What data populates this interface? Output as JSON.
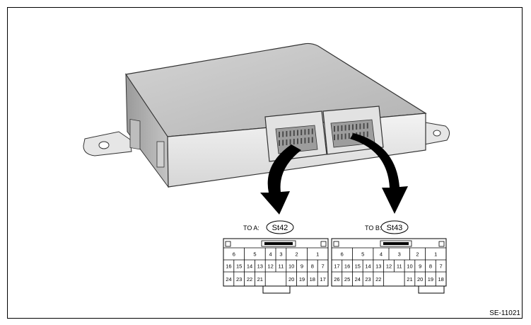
{
  "figure_id": "SE-11021",
  "connector_a": {
    "prefix": "TO A:",
    "code": "St42",
    "top_groups": [
      "6",
      "5",
      "4",
      "3",
      "2",
      "1"
    ],
    "row1": [
      "16",
      "15",
      "14",
      "13",
      "12",
      "11",
      "10",
      "9",
      "8",
      "7"
    ],
    "row2_left": [
      "24",
      "23",
      "22",
      "21"
    ],
    "row2_right": [
      "20",
      "19",
      "18",
      "17"
    ]
  },
  "connector_b": {
    "prefix": "TO B:",
    "code": "St43",
    "top_groups": [
      "6",
      "5",
      "4",
      "3",
      "2",
      "1"
    ],
    "row1": [
      "17",
      "16",
      "15",
      "14",
      "13",
      "12",
      "11",
      "10",
      "9",
      "8",
      "7"
    ],
    "row2_left": [
      "26",
      "25",
      "24",
      "23",
      "22"
    ],
    "row2_right": [
      "21",
      "20",
      "19",
      "18"
    ]
  }
}
